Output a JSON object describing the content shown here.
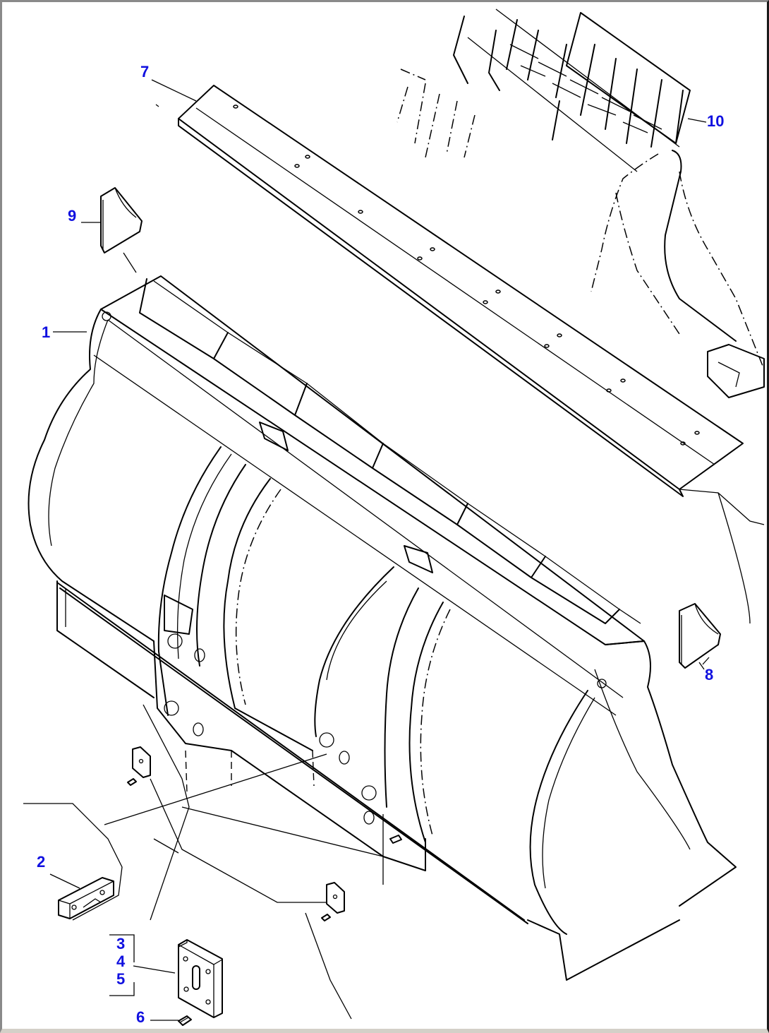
{
  "diagram": {
    "type": "exploded parts diagram",
    "subject": "loader bucket assembly",
    "label_color": "#1010e0",
    "line_color": "#000000",
    "background": "#ffffff"
  },
  "callouts": [
    {
      "id": "1",
      "label": "1",
      "part": "bucket"
    },
    {
      "id": "2",
      "label": "2",
      "part": "pin retainer bar"
    },
    {
      "id": "3",
      "label": "3",
      "part": "plate"
    },
    {
      "id": "4",
      "label": "4",
      "part": "plate"
    },
    {
      "id": "5",
      "label": "5",
      "part": "plate"
    },
    {
      "id": "6",
      "label": "6",
      "part": "bolt"
    },
    {
      "id": "7",
      "label": "7",
      "part": "cutting edge"
    },
    {
      "id": "8",
      "label": "8",
      "part": "side wear plate (right)"
    },
    {
      "id": "9",
      "label": "9",
      "part": "side wear plate (left)"
    },
    {
      "id": "10",
      "label": "10",
      "part": "teeth / adapter assembly"
    }
  ],
  "grouped_callout": {
    "labels": [
      "3",
      "4",
      "5"
    ]
  }
}
